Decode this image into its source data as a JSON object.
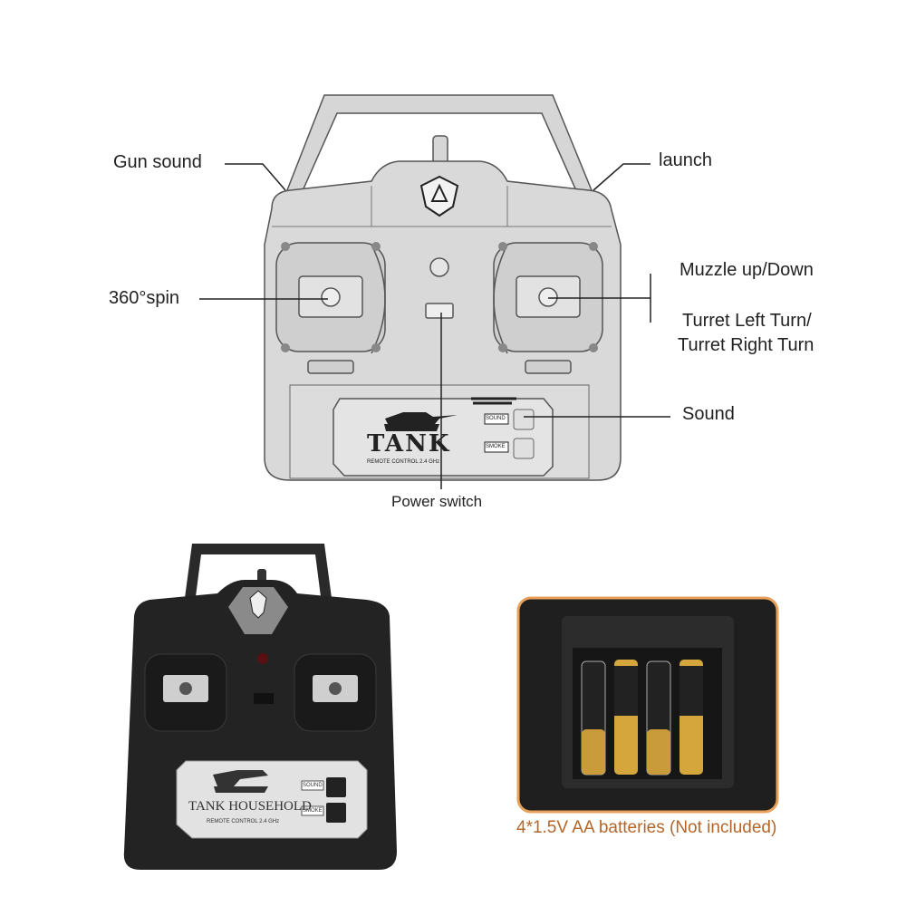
{
  "callouts": {
    "gun_sound": "Gun sound",
    "launch": "launch",
    "spin": "360°spin",
    "muzzle": "Muzzle up/Down",
    "turret_left": "Turret Left Turn/",
    "turret_right": "Turret Right Turn",
    "sound": "Sound",
    "power_switch": "Power switch"
  },
  "diagram_panel": {
    "title": "TANK",
    "subtitle": "REMOTE CONTROL 2.4 GHz",
    "button_sound": "SOUND",
    "button_smoke": "SMOKE"
  },
  "photo_panel": {
    "title": "TANK HOUSEHOLD",
    "subtitle": "REMOTE CONTROL 2.4 GHz",
    "button_sound": "SOUND",
    "button_smoke": "SMOKE"
  },
  "battery_caption": "4*1.5V AA batteries (Not included)",
  "colors": {
    "diagram_fill": "#d9d9d9",
    "controller_black": "#232323",
    "caption": "#b4662a",
    "battery_frame": "#e8a15a"
  }
}
